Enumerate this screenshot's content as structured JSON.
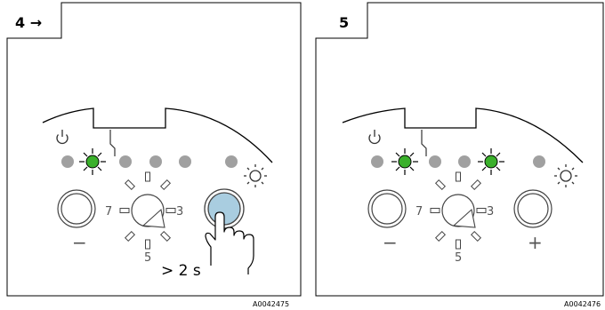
{
  "panels": [
    {
      "step_label": "4 →",
      "dial_numbers": [
        "7",
        "3",
        "5"
      ],
      "minus_label": "−",
      "hold_label": "> 2 s",
      "footer_code": "A0042475"
    },
    {
      "step_label": "5",
      "dial_numbers": [
        "7",
        "3",
        "5"
      ],
      "minus_label": "−",
      "plus_label": "+",
      "footer_code": "A0042476"
    }
  ],
  "colors": {
    "led_off": "#a0a0a0",
    "led_on": "#3ab02b",
    "button_pressed": "#a9cde0",
    "stroke": "#000000"
  }
}
